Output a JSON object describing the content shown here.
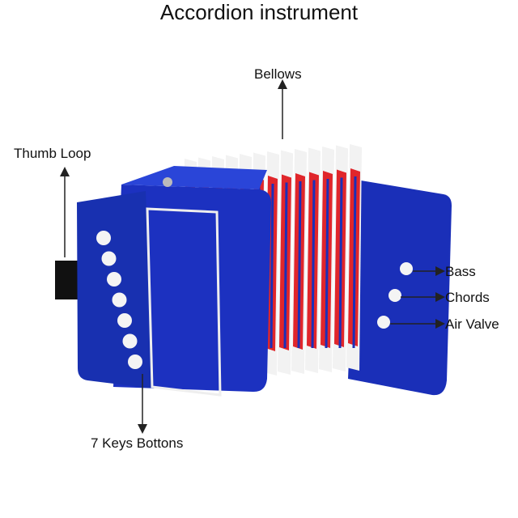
{
  "title": "Accordion instrument",
  "labels": {
    "bellows": "Bellows",
    "thumb_loop": "Thumb Loop",
    "bass": "Bass",
    "chords": "Chords",
    "air_valve": "Air Valve",
    "keys": "7 Keys Bottons"
  },
  "colors": {
    "body": "#1a2fb8",
    "bellows_red": "#e0262b",
    "bellows_white": "#f2f2f2",
    "strap": "#111111"
  }
}
